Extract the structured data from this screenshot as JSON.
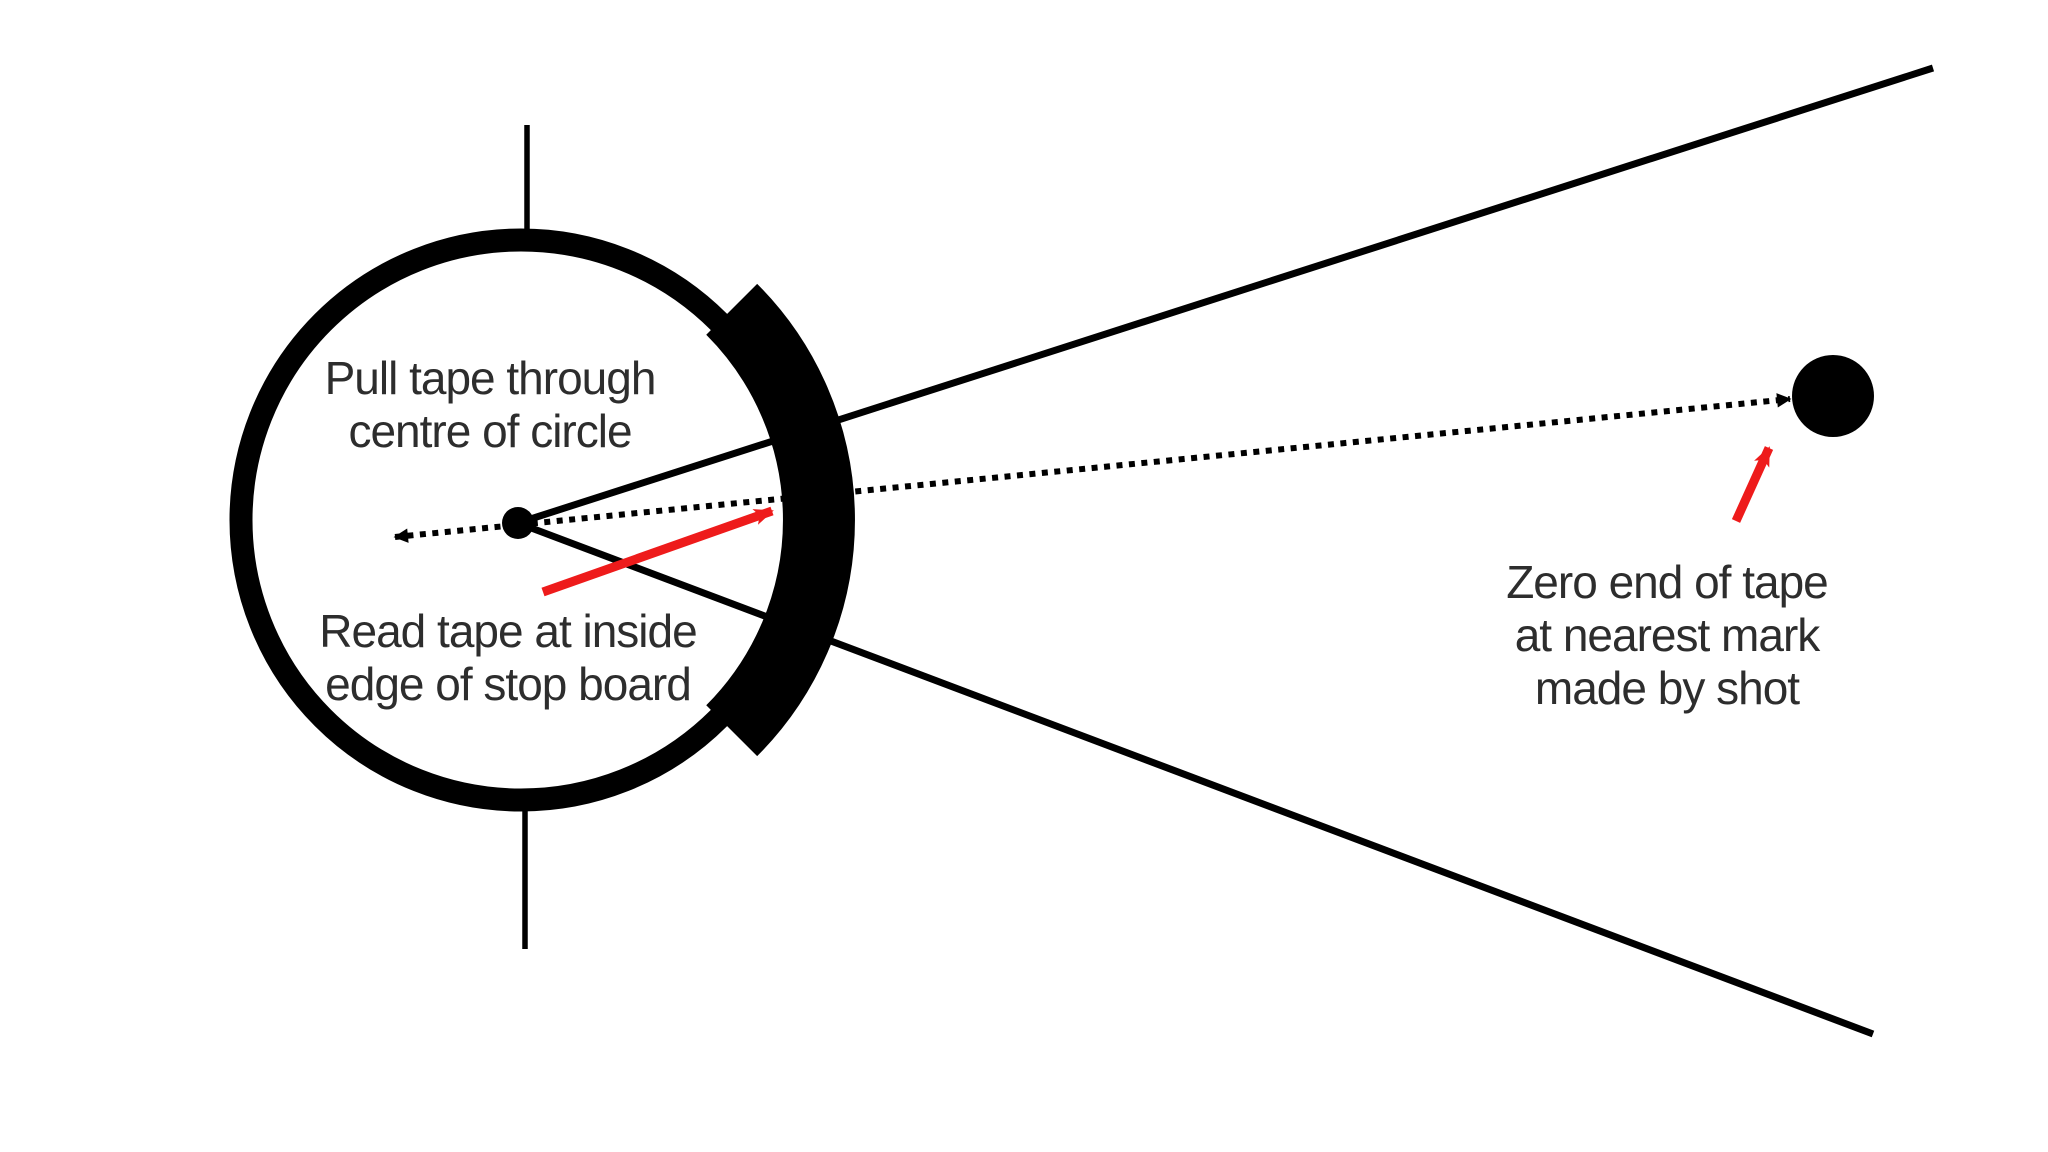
{
  "diagram": {
    "title_present": false,
    "labels": {
      "circle_top": "Pull tape through\ncentre of circle",
      "circle_bottom": "Read tape at inside\nedge of stop board",
      "shot": "Zero end of tape\nat nearest mark\nmade by shot"
    }
  },
  "colors": {
    "ink": "#000000",
    "text": "#2d2d2d",
    "arrow_red": "#ee1b1b",
    "background": "#ffffff"
  }
}
